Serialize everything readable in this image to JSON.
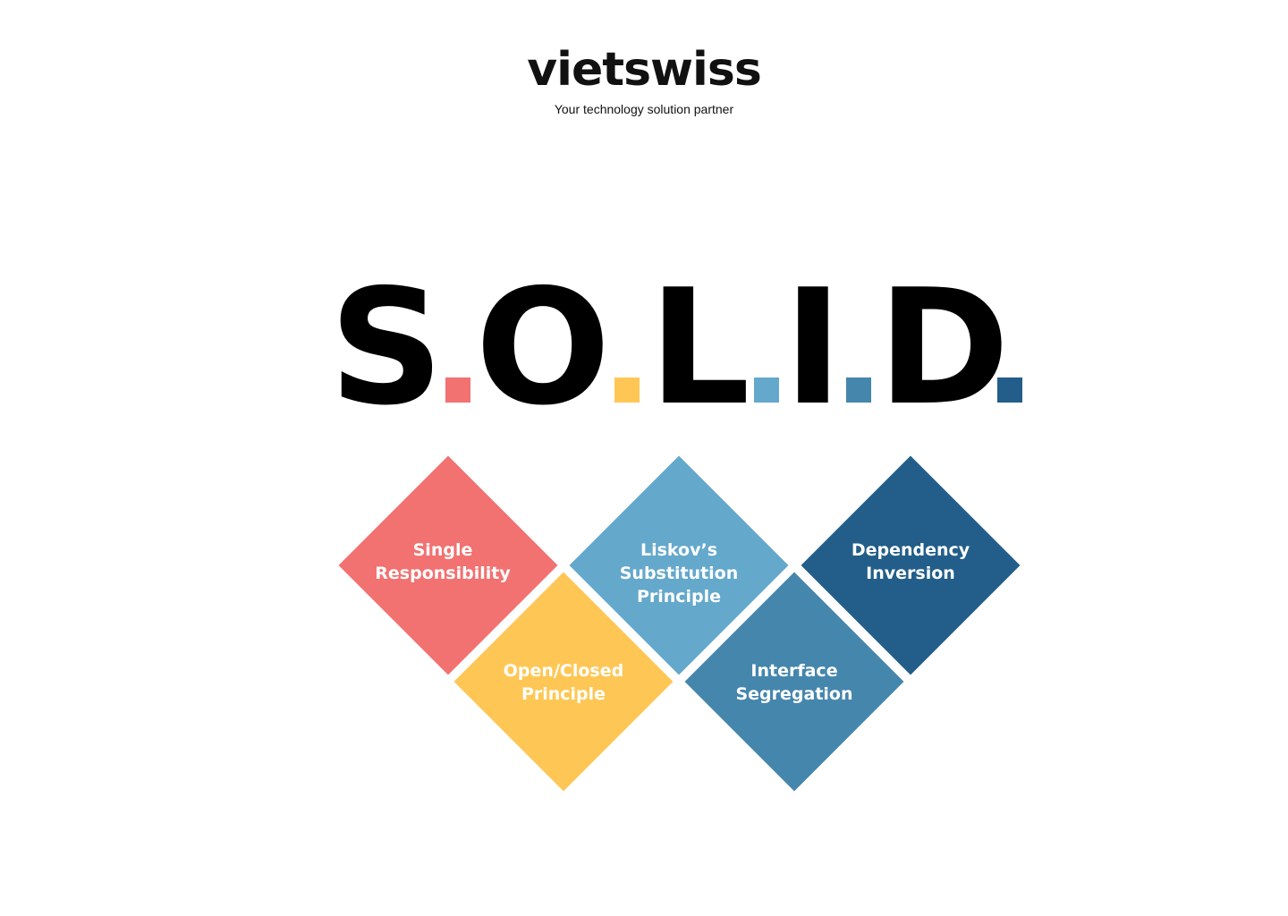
{
  "brand": {
    "name": "vietswiss",
    "tagline": "Your technology solution partner"
  },
  "letters": [
    {
      "char": "S",
      "color": "#F27171"
    },
    {
      "char": "O",
      "color": "#FEC755"
    },
    {
      "char": "L",
      "color": "#64A8CB"
    },
    {
      "char": "I",
      "color": "#4586AC"
    },
    {
      "char": "D",
      "color": "#225E89"
    }
  ],
  "principles": [
    {
      "lines": [
        "Single",
        "Responsibility"
      ],
      "color": "#F27171"
    },
    {
      "lines": [
        "Open/Closed",
        "Principle"
      ],
      "color": "#FEC755"
    },
    {
      "lines": [
        "Liskov’s",
        "Substitution",
        "Principle"
      ],
      "color": "#64A8CB"
    },
    {
      "lines": [
        "Interface",
        "Segregation"
      ],
      "color": "#4586AC"
    },
    {
      "lines": [
        "Dependency",
        "Inversion"
      ],
      "color": "#225E89"
    }
  ]
}
